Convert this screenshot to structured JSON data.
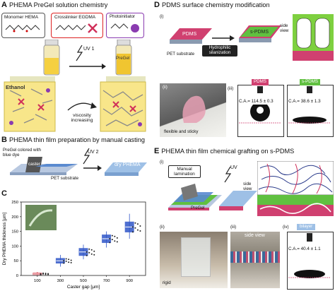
{
  "panel_a": {
    "letter": "A",
    "title": "PHEMA PreGel solution chemistry",
    "monomer_label": "Monomer HEMA",
    "crosslinker_label": "Crosslinker EGDMA",
    "photoinitiator_label": "Photoinitiator",
    "uv_label": "UV 1",
    "ethanol_label": "Ethanol",
    "pregel_label": "PreGel",
    "viscosity_label": "viscosity increasing"
  },
  "panel_b": {
    "letter": "B",
    "title": "PHEMA thin film preparation by manual casting",
    "pregel_label": "PreGel colored with blue dye",
    "caster_label": "caster",
    "pet_label": "PET substrate",
    "uv_label": "UV 2",
    "dry_label": "dry PHEMA"
  },
  "panel_c": {
    "letter": "C",
    "chart_data": {
      "type": "box",
      "xlabel": "Caster gap [μm]",
      "ylabel": "Dry PHEMA thickness [μm]",
      "categories": [
        "100",
        "300",
        "500",
        "700",
        "900"
      ],
      "yticks": [
        "0",
        "50",
        "100",
        "150",
        "200",
        "250"
      ],
      "ylim": [
        0,
        250
      ],
      "medians": [
        5,
        50,
        80,
        125,
        165
      ],
      "q1": [
        3,
        42,
        68,
        112,
        148
      ],
      "q3": [
        8,
        58,
        92,
        138,
        182
      ],
      "whisker_low": [
        1,
        30,
        55,
        95,
        125
      ],
      "whisker_high": [
        12,
        70,
        105,
        150,
        210
      ],
      "colors": [
        "#d83a4a",
        "#3056c8",
        "#3056c8",
        "#3056c8",
        "#3056c8"
      ]
    }
  },
  "panel_d": {
    "letter": "D",
    "title": "PDMS surface chemistry modification",
    "sub_i": "(i)",
    "sub_ii": "(ii)",
    "sub_iii": "(iii)",
    "pdms_label": "PDMS",
    "spdms_label": "s-PDMS",
    "pet_label": "PET substrate",
    "process_label": "Hydrophilic silanization",
    "side_view": "side view",
    "flexible_label": "flexible and sticky",
    "ca_pdms": "C.A.= 114.5 ± 0.3",
    "ca_spdms": "C.A.= 38.6 ± 1.3",
    "pdms_tag": "PDMS",
    "spdms_tag": "s-PDMS"
  },
  "panel_e": {
    "letter": "E",
    "title": "PHEMA thin film chemical grafting on s-PDMS",
    "sub_i": "(i)",
    "sub_ii": "(ii)",
    "sub_iii": "(iii)",
    "sub_iv": "(iv)",
    "lamination_label": "Manual lamination",
    "uv_label": "UV",
    "pregel_label": "PreGel",
    "side_view": "side view",
    "rigid_label": "rigid",
    "side_view_photo": "side view",
    "bilayer_tag": "bilayer",
    "ca_bilayer": "C.A.= 40.4 ± 1.1"
  }
}
